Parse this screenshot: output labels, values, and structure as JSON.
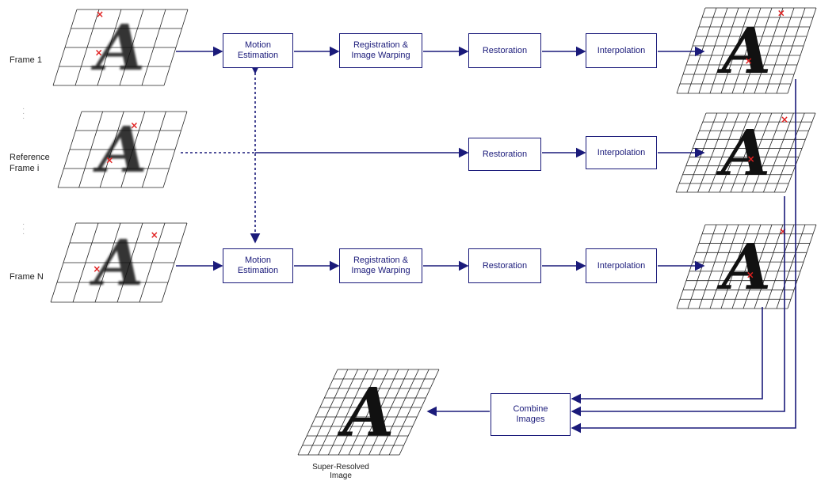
{
  "frames": {
    "frame1": "Frame 1",
    "reference_line1": "Reference",
    "reference_line2": "Frame i",
    "frameN": "Frame N"
  },
  "boxes": {
    "motion_estimation": "Motion\nEstimation",
    "registration": "Registration &\nImage Warping",
    "restoration": "Restoration",
    "interpolation": "Interpolation",
    "combine": "Combine\nImages"
  },
  "output": {
    "line1": "Super-Resolved",
    "line2": "Image"
  },
  "glyph": "A",
  "colors": {
    "arrow": "#1a1a7a",
    "marker": "#e02020",
    "grid": "#222222"
  }
}
